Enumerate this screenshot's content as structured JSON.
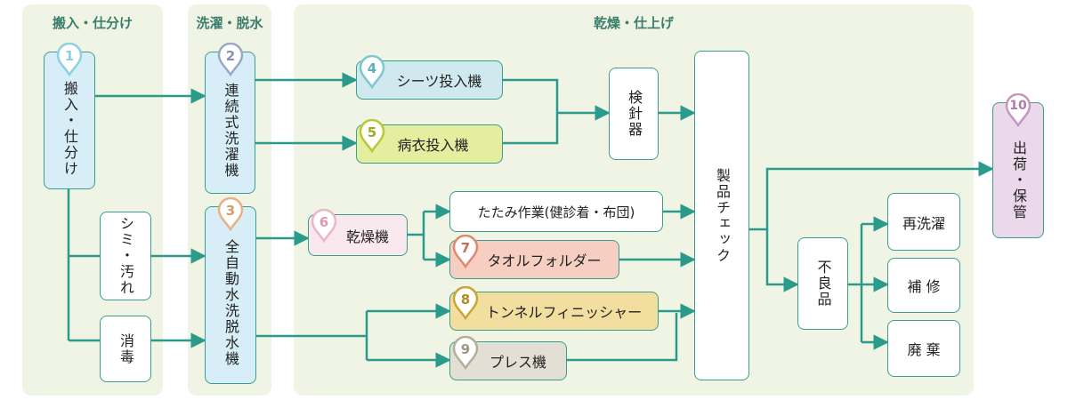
{
  "sections": {
    "intake": "搬入・仕分け",
    "wash": "洗濯・脱水",
    "finish": "乾燥・仕上げ"
  },
  "nodes": {
    "intake": "搬入・仕分け",
    "continuous_washer": "連続式洗濯機",
    "stain": "シミ・汚れ",
    "disinfect": "消毒",
    "auto_washer": "全自動水洗脱水機",
    "sheet_feeder": "シーツ投入機",
    "gown_feeder": "病衣投入機",
    "inspect_needle": "検針器",
    "dryer": "乾燥機",
    "folding": "たたみ作業(健診着・布団)",
    "towel_folder": "タオルフォルダー",
    "tunnel_finisher": "トンネルフィニッシャー",
    "press": "プレス機",
    "product_check": "製品チェック",
    "defective": "不良品",
    "rewash": "再洗濯",
    "repair": "補 修",
    "discard": "廃 棄",
    "ship": "出荷・保管"
  },
  "markers": {
    "m1": "1",
    "m2": "2",
    "m3": "3",
    "m4": "4",
    "m5": "5",
    "m6": "6",
    "m7": "7",
    "m8": "8",
    "m9": "9",
    "m10": "10"
  },
  "colors": {
    "line": "#2a9a8a",
    "m1": "#8fcfe0",
    "m2": "#9aa9c8",
    "m3": "#e8b084",
    "m4": "#7fc7cf",
    "m5": "#b7c93a",
    "m6": "#eab6c8",
    "m7": "#dd8a72",
    "m8": "#c9a634",
    "m9": "#b5ae9c",
    "m10": "#c598c1"
  }
}
